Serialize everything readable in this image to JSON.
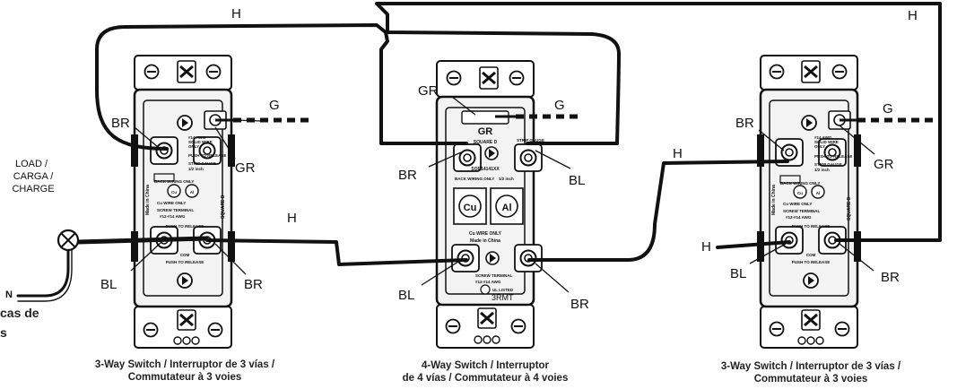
{
  "labels": {
    "hot": "H",
    "ground": "G",
    "ground_screw": "GR",
    "brass": "BR",
    "black": "BL",
    "neutral": "N",
    "load_line1": "LOAD /",
    "load_line2": "CARGA /",
    "load_line3": "CHARGE",
    "partial_line1": "cas de",
    "partial_line2": "s"
  },
  "device_markings": {
    "three_way": {
      "gauge_line1": "#14 AWG",
      "gauge_line2": "SOLID WIRE",
      "gauge_line3": "ONLY",
      "push_to_release": "PUSH TO RELEASE",
      "strip_gauge": "STRIP GAUGE",
      "strip_length": "1/2 inch",
      "back_wiring_only": "BACK WIRING ONLY",
      "cu_wire_only": "Cu WIRE ONLY",
      "screw_terminal": "SCREW TERMINAL",
      "screw_gauge": "#12-#14 AWG",
      "made_in_china": "Made in China",
      "com": "COM",
      "brand": "SQUARE D"
    },
    "four_way": {
      "model": "SQR14141XX",
      "gr": "GR",
      "brand": "SQUARE D",
      "strip_gauge": "STRIP GAUGE",
      "back_wiring_only": "BACK WIRING ONLY",
      "strip_length": "1/2 inch",
      "cu": "Cu",
      "al": "Al",
      "cu_wire_only": "Cu WIRE ONLY",
      "made_in_china": "Made in China",
      "screw_terminal": "SCREW TERMINAL",
      "screw_gauge": "#12-#14 AWG",
      "listed": "UL LISTED",
      "ul_code": "3RMT"
    }
  },
  "captions": {
    "left_line1": "3-Way Switch / Interruptor de 3 vías /",
    "left_line2": "Commutateur à 3 voies",
    "center_line1": "4-Way Switch  / Interruptor",
    "center_line2": "de 4 vías / Commutateur à 4 voies",
    "right_line1": "3-Way Switch / Interruptor de 3 vías /",
    "right_line2": "Commutateur à 3 voies"
  },
  "colors": {
    "wire": "#111111",
    "outline": "#1a1a1a",
    "device_fill": "#f3f3f3",
    "text": "#111111"
  }
}
